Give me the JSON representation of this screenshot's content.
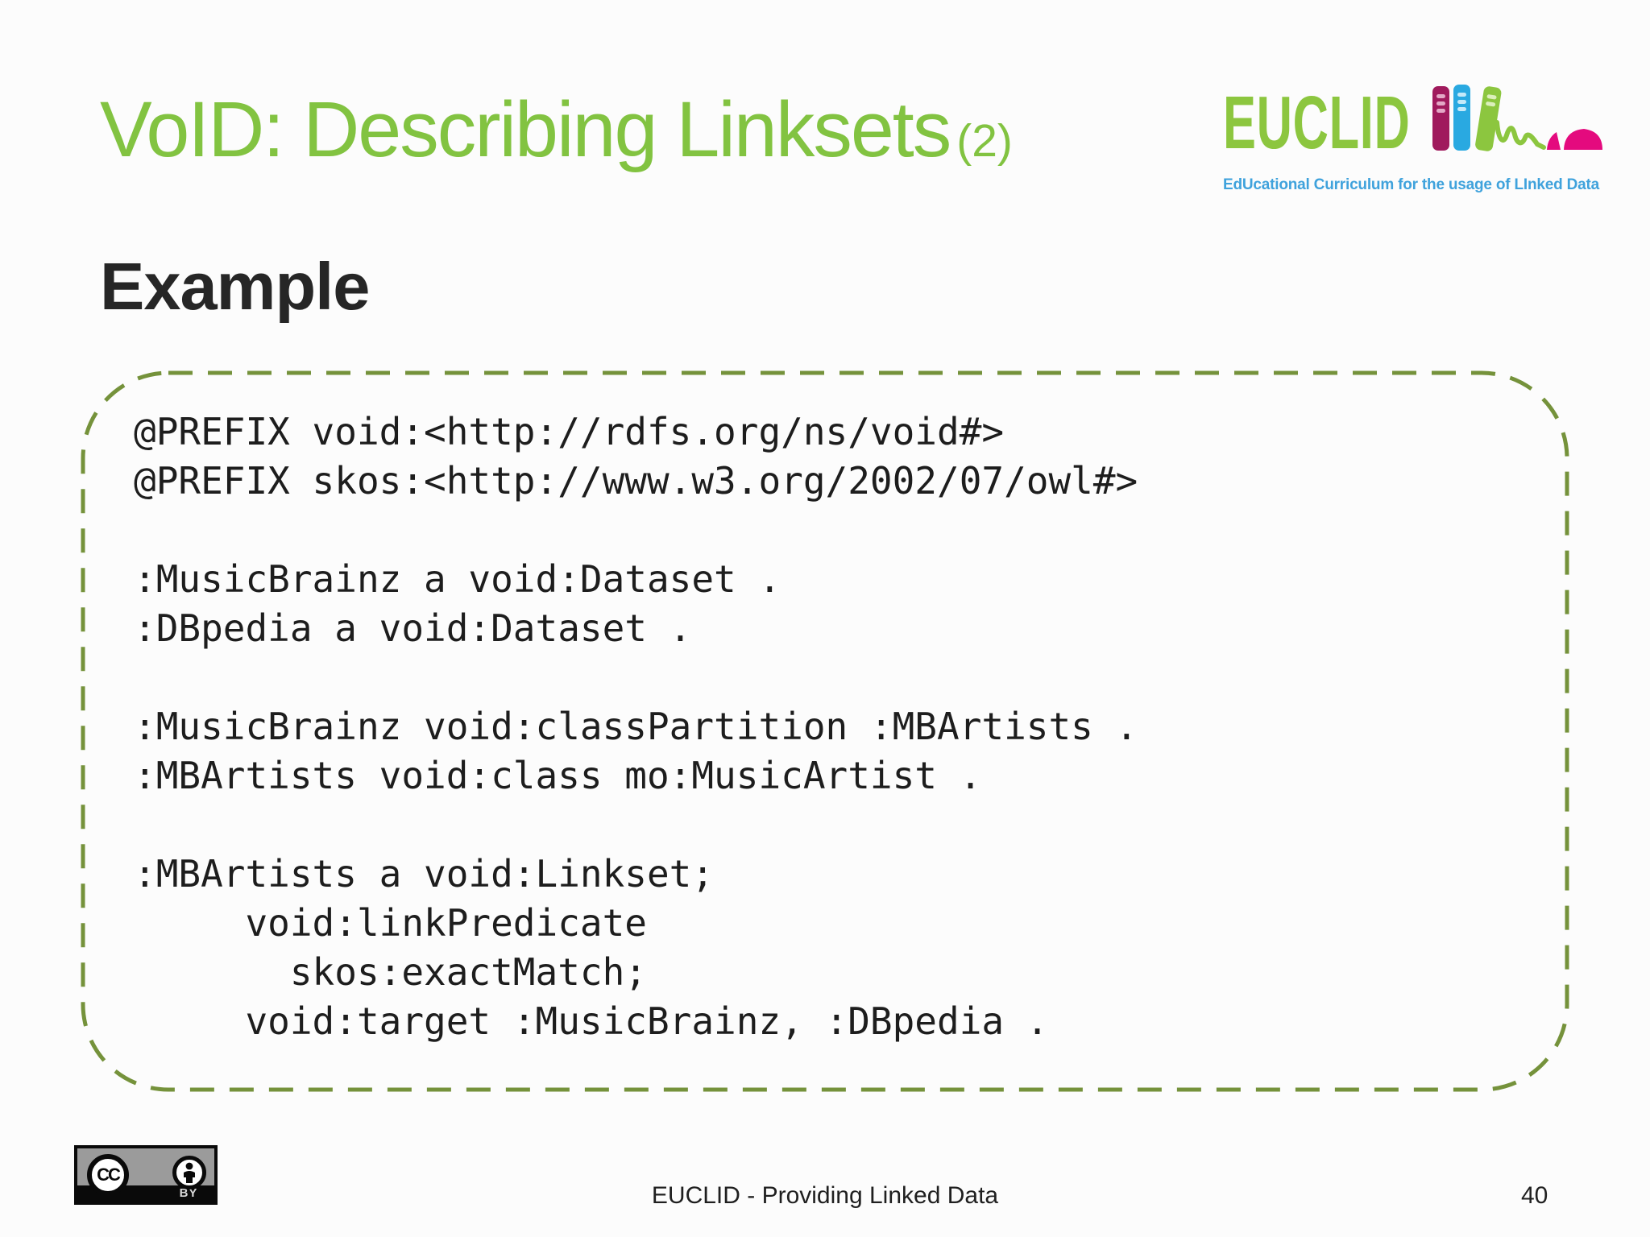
{
  "slide": {
    "title": "VoID: Describing Linksets",
    "title_suffix": "(2)",
    "section_heading": "Example",
    "footer_text": "EUCLID - Providing Linked Data",
    "page_number": "40"
  },
  "logo": {
    "wordmark": "EUCLID",
    "tagline": "EdUcational Curriculum for the usage of LInked Data"
  },
  "code_box": {
    "lines": [
      "@PREFIX void:<http://rdfs.org/ns/void#>",
      "@PREFIX skos:<http://www.w3.org/2002/07/owl#>",
      "",
      ":MusicBrainz a void:Dataset .",
      ":DBpedia a void:Dataset .",
      "",
      ":MusicBrainz void:classPartition :MBArtists .",
      ":MBArtists void:class mo:MusicArtist .",
      "",
      ":MBArtists a void:Linkset;",
      "     void:linkPredicate",
      "       skos:exactMatch;",
      "     void:target :MusicBrainz, :DBpedia ."
    ]
  },
  "license": {
    "cc_label": "CC",
    "by_label": "BY"
  },
  "colors": {
    "title_green": "#82C341",
    "logo_green": "#8CC63F",
    "dash_border_olive": "#75923B",
    "book_maroon": "#A01A5D",
    "book_blue": "#29A9E1",
    "mouse_pink": "#E40A7E",
    "tagline_blue": "#3FA2DC",
    "text_dark": "#1F1F1F"
  }
}
